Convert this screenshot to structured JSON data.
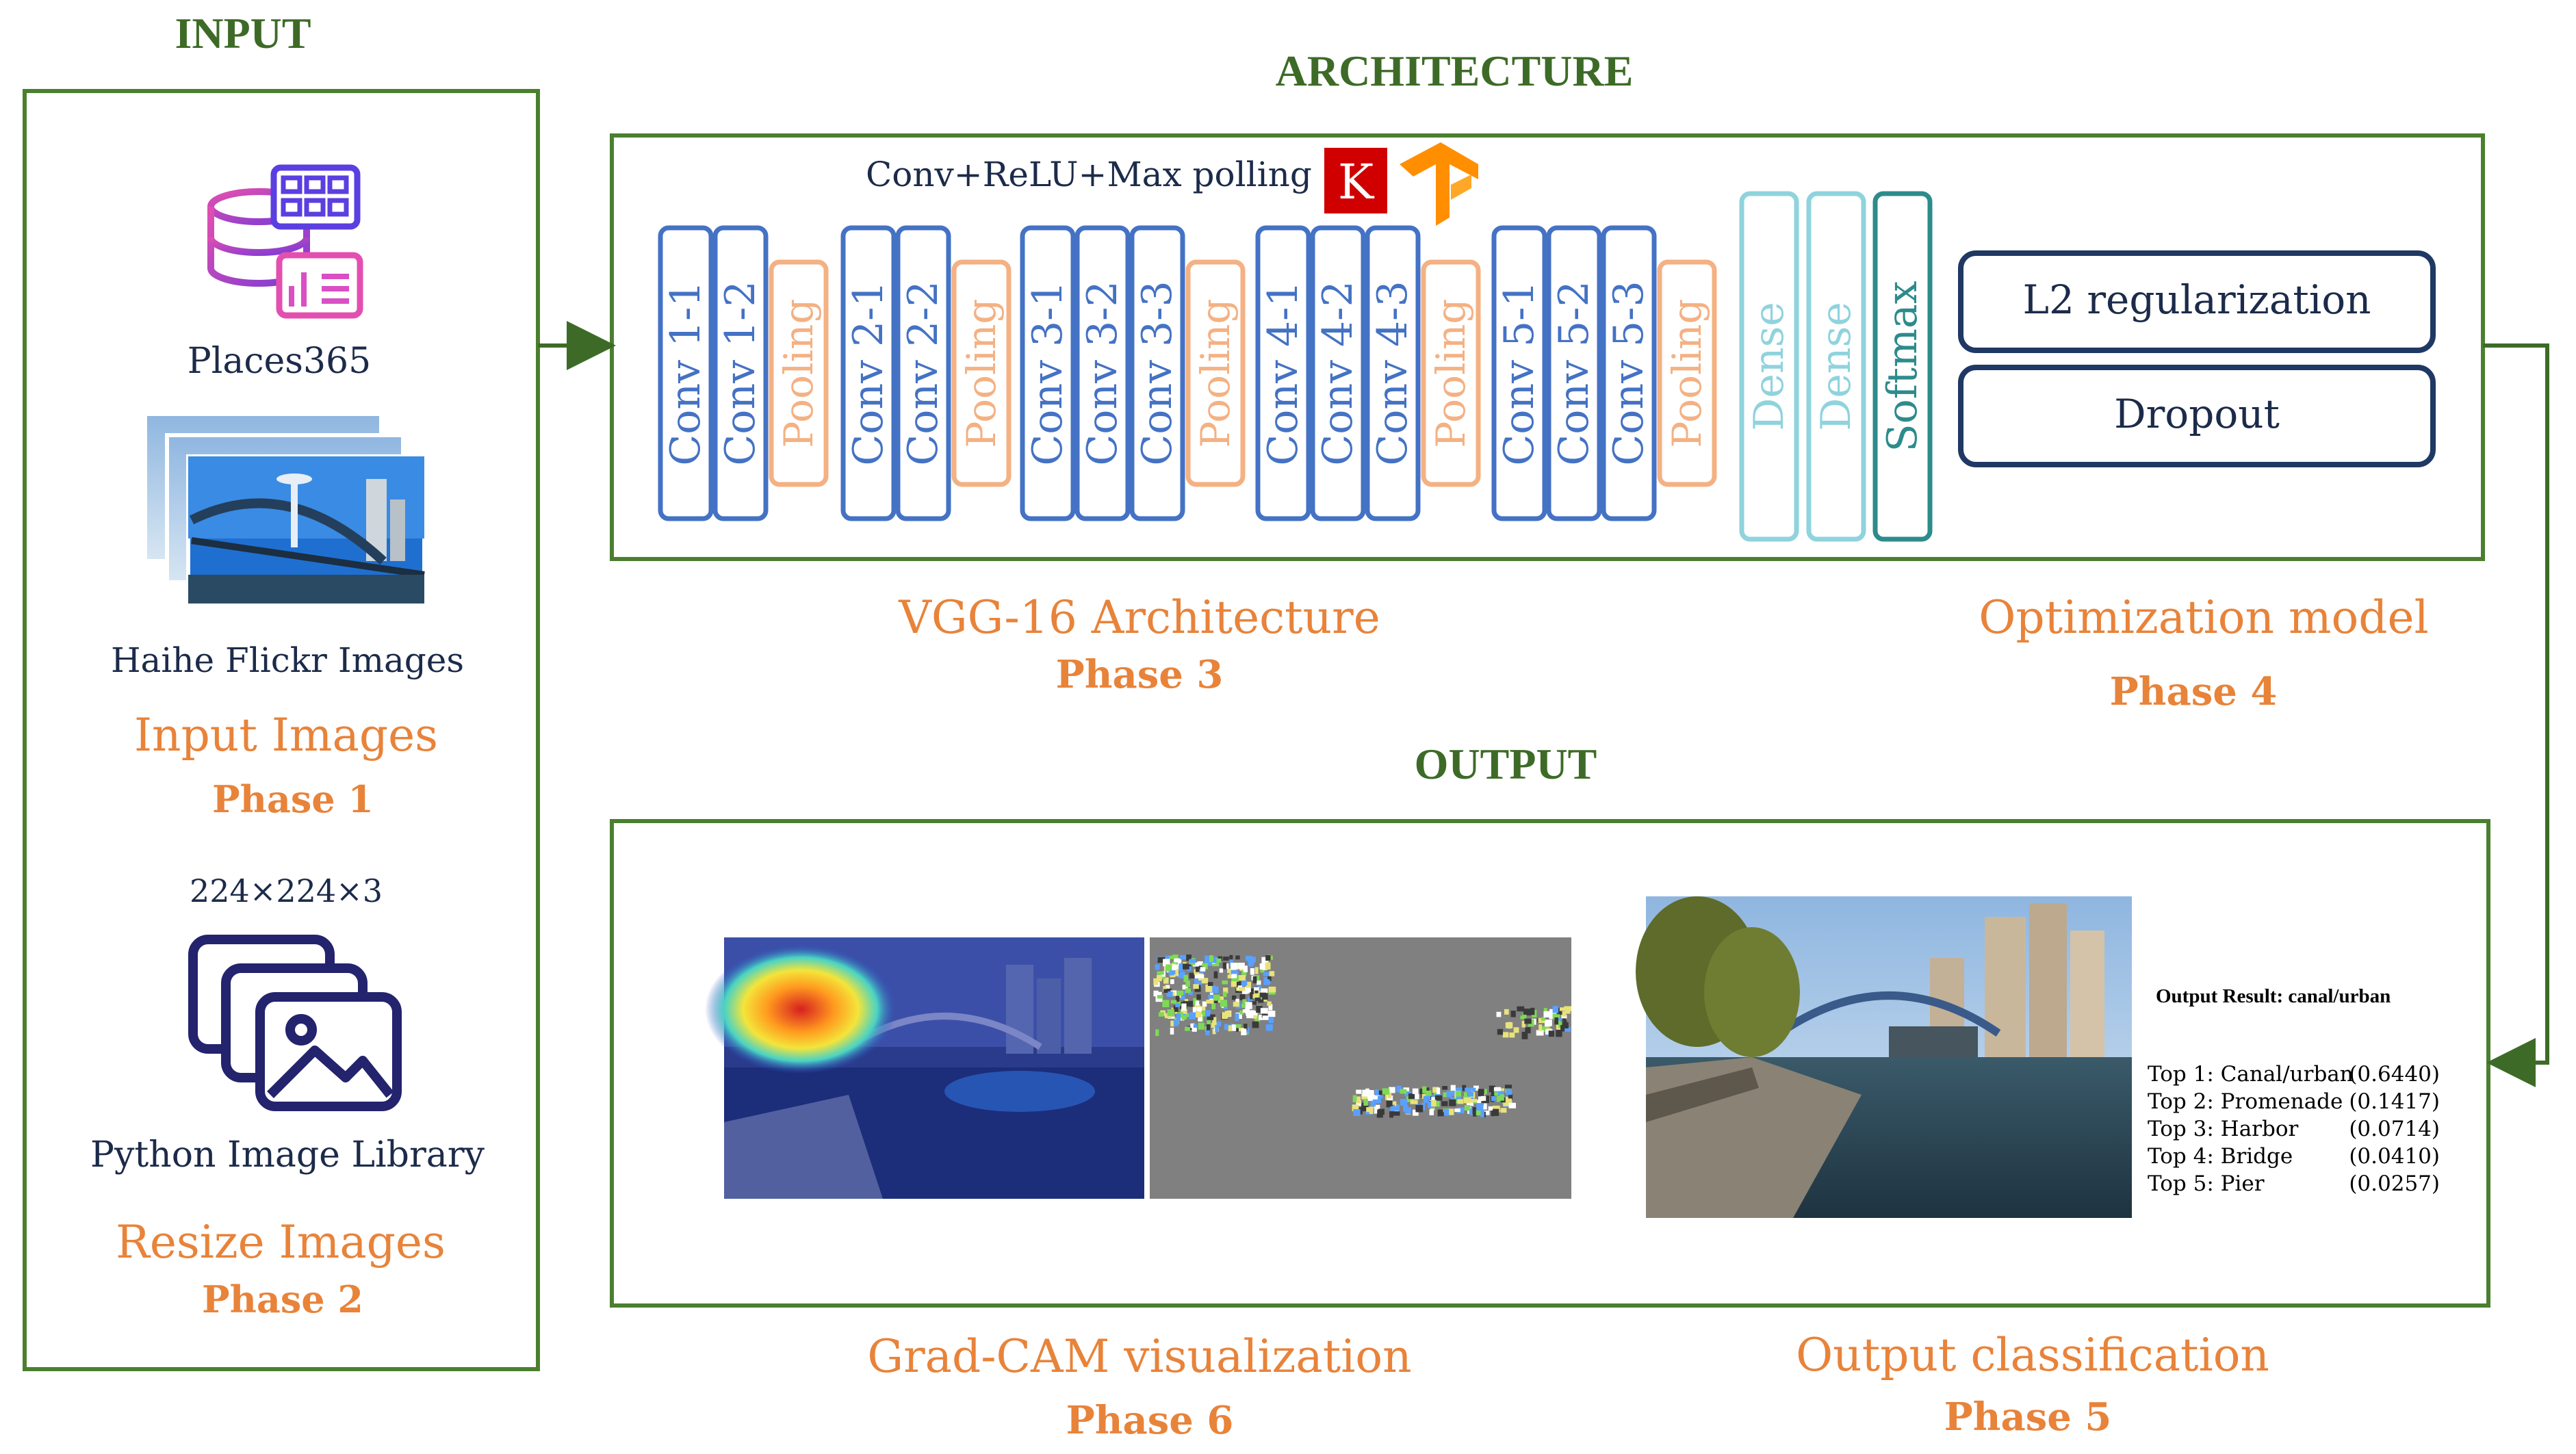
{
  "headers": {
    "input": "INPUT",
    "architecture": "ARCHITECTURE",
    "output": "OUTPUT"
  },
  "input_panel": {
    "places_label": "Places365",
    "flickr_label": "Haihe Flickr Images",
    "input_images_label": "Input Images",
    "phase1": "Phase 1",
    "size_label": "224×224×3",
    "pil_label": "Python Image Library",
    "resize_label": "Resize Images",
    "phase2": "Phase 2"
  },
  "architecture": {
    "conv_caption": "Conv+ReLU+Max polling",
    "keras_letter": "K",
    "blocks": [
      {
        "layers": [
          "Conv 1-1",
          "Conv 1-2"
        ],
        "pool": "Pooling"
      },
      {
        "layers": [
          "Conv 2-1",
          "Conv 2-2"
        ],
        "pool": "Pooling"
      },
      {
        "layers": [
          "Conv 3-1",
          "Conv 3-2",
          "Conv 3-3"
        ],
        "pool": "Pooling"
      },
      {
        "layers": [
          "Conv 4-1",
          "Conv 4-2",
          "Conv 4-3"
        ],
        "pool": "Pooling"
      },
      {
        "layers": [
          "Conv 5-1",
          "Conv 5-2",
          "Conv 5-3"
        ],
        "pool": "Pooling"
      }
    ],
    "dense": [
      "Dense",
      "Dense"
    ],
    "softmax": "Softmax",
    "opt_items": [
      "L2 regularization",
      "Dropout"
    ],
    "vgg_label": "VGG-16 Architecture",
    "phase3": "Phase 3",
    "opt_label": "Optimization model",
    "phase4": "Phase 4"
  },
  "output": {
    "result_title": "Output Result: canal/urban",
    "results": [
      {
        "label": "Top 1: Canal/urban",
        "score": "(0.6440)"
      },
      {
        "label": "Top 2: Promenade",
        "score": "(0.1417)"
      },
      {
        "label": "Top 3: Harbor",
        "score": "(0.0714)"
      },
      {
        "label": "Top 4: Bridge",
        "score": "(0.0410)"
      },
      {
        "label": "Top 5: Pier",
        "score": "(0.0257)"
      }
    ],
    "gradcam_label": "Grad-CAM visualization",
    "phase6": "Phase 6",
    "classification_label": "Output classification",
    "phase5": "Phase 5"
  },
  "colors": {
    "frame_green": "#4b7f2f",
    "conv_blue": "#4472c4",
    "pool_orange": "#f4b183",
    "dense_teal": "#8fd3dd",
    "softmax_teal": "#2e8b8b",
    "opt_navy": "#1f3864",
    "accent_orange": "#e8833a"
  }
}
